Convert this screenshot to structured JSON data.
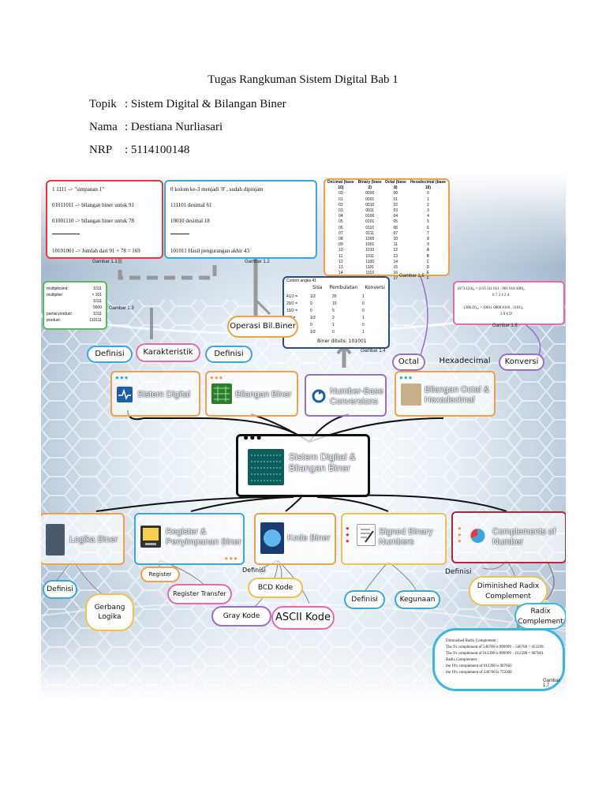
{
  "header": {
    "title": "Tugas Rangkuman Sistem Digital Bab 1",
    "rows": [
      {
        "key": "Topik",
        "value": ": Sistem Digital & Bilangan Biner"
      },
      {
        "key": "Nama",
        "value": ": Destiana Nurliasari"
      },
      {
        "key": "NRP",
        "value": ": 5114100148"
      }
    ]
  },
  "figures": {
    "g11": {
      "label": "Gambar 1.1",
      "lines": [
        "1  1111     -> \"simpanan 1\"",
        "01011011  -> bilangan biner untuk 91",
        "01001110  -> bilangan biner untuk 78",
        "10101001  -> Jumlah dari 91 + 78 = 169"
      ]
    },
    "g12": {
      "label": "Gambar 1.2",
      "lines": [
        "0              kolom ke-3 menjadi '0' , sudah dipinjam",
        "111101          desimal 61",
        "10010          desimal 18",
        "101011          Hasil pengurangan akhir 43"
      ]
    },
    "g13": {
      "label": "Gambar 1.3",
      "rows": [
        {
          "name": "multiplicand:",
          "value": "1011"
        },
        {
          "name": "multiplier:",
          "value": "× 101"
        },
        {
          "name": "",
          "value": "1011"
        },
        {
          "name": "",
          "value": "0000"
        },
        {
          "name": "partial product:",
          "value": "1011"
        },
        {
          "name": "product:",
          "value": "110111"
        }
      ]
    },
    "g14": {
      "label": "Gambar 1.4",
      "title": "Contoh angka 41",
      "headers": [
        "Sisa",
        "Pembulatan",
        "Konversi"
      ],
      "rows": [
        [
          "41/2 =",
          "1/2",
          "20",
          "1"
        ],
        [
          "20/2 =",
          "0",
          "10",
          "0"
        ],
        [
          "10/2 =",
          "0",
          "5",
          "0"
        ],
        [
          "5/2 =",
          "1/2",
          "2",
          "1"
        ],
        [
          "2/2 =",
          "0",
          "1",
          "0"
        ],
        [
          "1/2 =",
          "1/2",
          "0",
          "1"
        ]
      ],
      "result": "Biner ditulis: 101001"
    },
    "g15": {
      "label": "Gambar 1.5",
      "headers": [
        "Decimal (base 10)",
        "Binary (base 2)",
        "Octal (base 8)",
        "Hexadecimal (base 16)"
      ],
      "rows": [
        [
          "00",
          "0000",
          "00",
          "0"
        ],
        [
          "01",
          "0001",
          "01",
          "1"
        ],
        [
          "02",
          "0010",
          "02",
          "2"
        ],
        [
          "03",
          "0011",
          "03",
          "3"
        ],
        [
          "04",
          "0100",
          "04",
          "4"
        ],
        [
          "05",
          "0101",
          "05",
          "5"
        ],
        [
          "06",
          "0110",
          "06",
          "6"
        ],
        [
          "07",
          "0111",
          "07",
          "7"
        ],
        [
          "08",
          "1000",
          "10",
          "8"
        ],
        [
          "09",
          "1001",
          "11",
          "9"
        ],
        [
          "10",
          "1010",
          "12",
          "A"
        ],
        [
          "11",
          "1011",
          "13",
          "B"
        ],
        [
          "12",
          "1100",
          "14",
          "C"
        ],
        [
          "13",
          "1101",
          "15",
          "D"
        ],
        [
          "14",
          "1110",
          "16",
          "E"
        ],
        [
          "15",
          "1111",
          "17",
          "F"
        ]
      ]
    },
    "g16": {
      "label": "Gambar 1.6",
      "line1": "(673.124)₈ = (110  111  011  .  001  010  100)₂",
      "line1b": "6     7     3         1     2     4",
      "line2": "(306.D)₁₆ = (0011  0000  0110  .  1101)₂",
      "line2b": "3       0       6           D"
    },
    "g17": {
      "label": "Gambar 1.7",
      "lines": [
        "Diminished Radix Complement :",
        "The 9's complement of 546700 is 999999 − 546700 = 453299.",
        "The 9's complement of 012398 is 999999 − 012398 = 987601.",
        "Radix Complement :",
        "the 10's complement of 012398 is 987602",
        "the 10's complement of 246700 is 753300"
      ]
    }
  },
  "bubbles": {
    "operasi": "Operasi Bil.Biner",
    "definisi1": "Definisi",
    "karakteristik": "Karakteristik",
    "definisi2": "Definisi",
    "octal": "Octal",
    "hexadecimal": "Hexadecimal",
    "konversi": "Konversi"
  },
  "nodes": {
    "center": "Sistem Digital & Bilangan Biner",
    "sistem_digital": "Sistem Digital",
    "bilangan_biner": "Bilangan Biner",
    "number_base": "Number-Base Conversions",
    "octal_hex": "Bilangan Octal & Hexadecimal",
    "logika": "Logika Biner",
    "register": "Register & Penyimpanan Biner",
    "kode": "Kode Biner",
    "signed": "Signed Binary Numbers",
    "complements": "Complements of Number"
  },
  "lower": {
    "definisi_logika": "Definisi",
    "gerbang": "Gerbang Logika",
    "register": "Register",
    "register_transfer": "Register Transfer",
    "definisi_kode": "Definisi",
    "bcd": "BCD Kode",
    "gray": "Gray Kode",
    "ascii": "ASCII Kode",
    "definisi_signed": "Definisi",
    "kegunaan": "Kegunaan",
    "definisi_comp": "Definisi",
    "diminished": "Diminished Radix Complement",
    "radix": "Radix Complement"
  },
  "colors": {
    "red": "#e0393e",
    "blue": "#3aa7e0",
    "orange": "#f0a04b",
    "green": "#5cb85c",
    "navy": "#2a4d7a",
    "pink": "#e86aa8",
    "purple": "#9b6fc8",
    "darkred": "#b0283a",
    "cyan": "#37b8e0"
  }
}
